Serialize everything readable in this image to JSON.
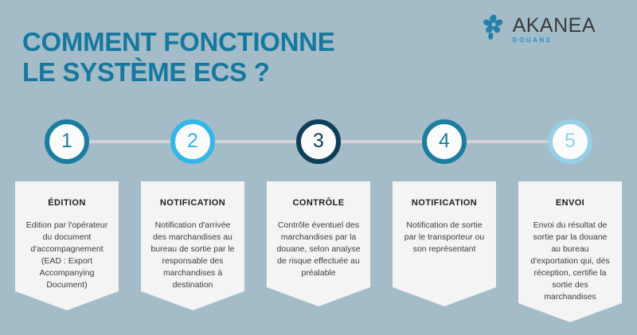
{
  "theme": {
    "background": "#a3bcc7",
    "title_color": "#16789f",
    "card_background": "#f4f4f4",
    "connector_color": "#d6d2d3",
    "body_text_color": "#3c3c3c",
    "heading_text_color": "#1d1d1d"
  },
  "header": {
    "title_line_1": "COMMENT FONCTIONNE",
    "title_line_2": "LE SYSTÈME ECS ?"
  },
  "logo": {
    "name": "AKANEA",
    "subtitle": "DOUANE",
    "mark_color": "#2580ab",
    "name_color": "#3a3a3a",
    "subtitle_color": "#2e8fc4"
  },
  "steps": [
    {
      "number": "1",
      "title": "ÉDITION",
      "body": "Edition par l'opérateur du document d'accompagnement (EAD : Export Accompanying Document)",
      "accent": "#1b7e9e"
    },
    {
      "number": "2",
      "title": "NOTIFICATION",
      "body": "Notification d'arrivée des marchandises au bureau de sortie par le responsable des marchandises à destination",
      "accent": "#35b6e8"
    },
    {
      "number": "3",
      "title": "CONTRÔLE",
      "body": "Contrôle éventuel des marchandises par la douane, selon analyse de risque effectuée au préalable",
      "accent": "#0f3f57"
    },
    {
      "number": "4",
      "title": "NOTIFICATION",
      "body": "Notification de sortie par le transporteur ou son représentant",
      "accent": "#1b7e9e"
    },
    {
      "number": "5",
      "title": "ENVOI",
      "body": "Envoi du résultat de sortie par la douane au bureau d'exportation qui, dès réception, certifie la sortie des marchandises",
      "accent": "#97cfe6"
    }
  ]
}
